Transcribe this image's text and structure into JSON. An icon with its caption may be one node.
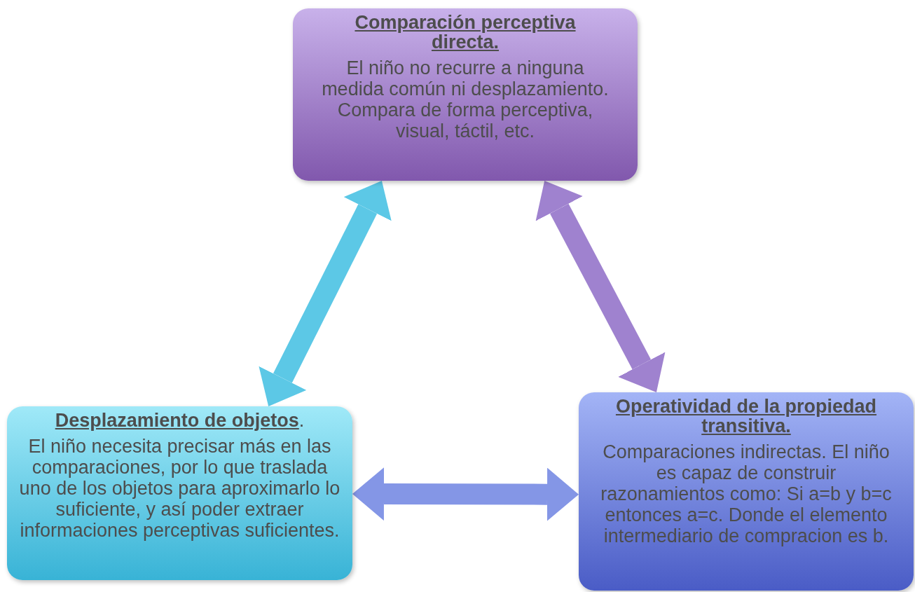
{
  "diagram": {
    "nodes": [
      {
        "text": [
          "Comparación perceptiva directa.",
          "El niño no recurre a ninguna medida común ni desplazamiento. Compara de forma perceptiva, visual, táctil, etc."
        ]
      },
      {
        "text": [
          "**Desplazamiento de objetos**.",
          "El niño necesita precisar más en las comparaciones, por lo que traslada uno de los objetos para aproximarlo lo suficiente, y así poder extraer informaciones perceptivas suficientes."
        ]
      },
      {
        "text": [
          "Operatividad de la propiedad transitiva.",
          "Comparaciones indirectas. El niño es capaz de construir razonamientos como: Si a=b y b=c entonces a=c. Donde el elemento intermediario de compracion es b."
        ]
      }
    ],
    "edges": [
      {
        "from": 0,
        "to": 1,
        "arrow": "both",
        "color": "#5cc8e6"
      },
      {
        "from": 0,
        "to": 2,
        "arrow": "both",
        "color": "#9f82cf"
      },
      {
        "from": 1,
        "to": 2,
        "arrow": "both",
        "color": "#8496e6"
      }
    ]
  }
}
